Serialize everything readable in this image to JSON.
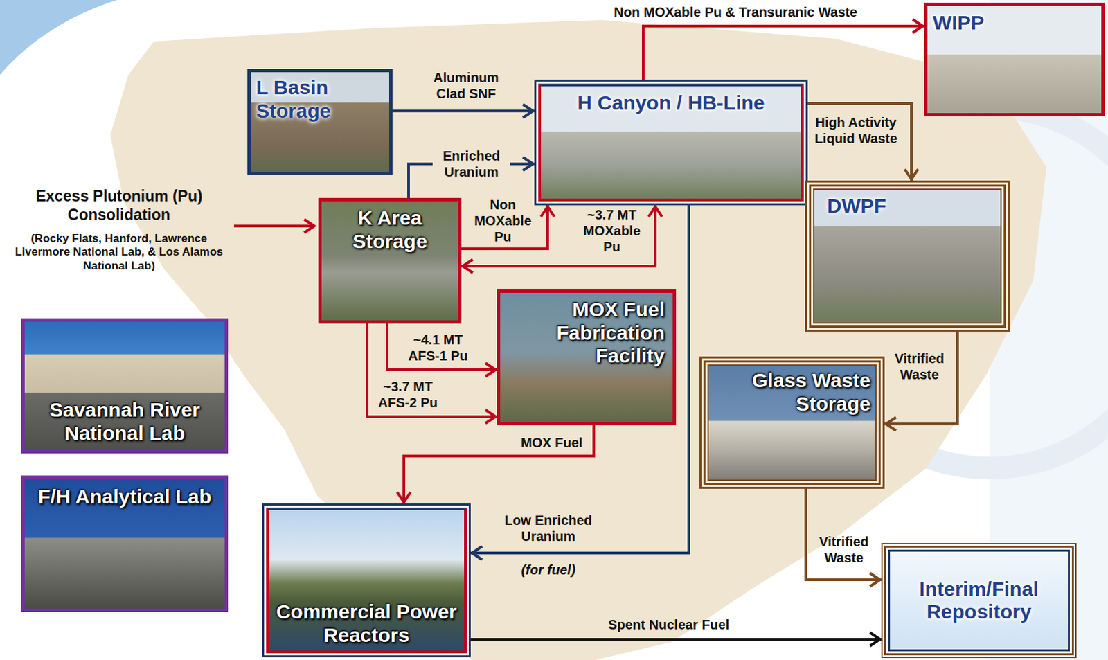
{
  "diagram": {
    "nodes": [
      {
        "text": [
          "L Basin Storage"
        ]
      },
      {
        "text": [
          "H Canyon / HB-Line"
        ]
      },
      {
        "text": [
          "WIPP"
        ]
      },
      {
        "text": [
          "K Area Storage"
        ]
      },
      {
        "text": [
          "DWPF"
        ]
      },
      {
        "text": [
          "MOX Fuel Fabrication Facility"
        ]
      },
      {
        "text": [
          "Savannah River National Lab"
        ]
      },
      {
        "text": [
          "Glass Waste Storage"
        ]
      },
      {
        "text": [
          "F/H Analytical Lab"
        ]
      },
      {
        "text": [
          "Commercial Power Reactors"
        ]
      },
      {
        "text": [
          "Interim/Final Repository"
        ]
      }
    ],
    "edges": [
      {
        "from": 0,
        "to": 1,
        "label": "Aluminum Clad SNF",
        "arrow": "to"
      },
      {
        "from": 3,
        "to": 1,
        "label": "Enriched Uranium",
        "arrow": "to"
      },
      {
        "from": 3,
        "to": 1,
        "label": "Non MOXable Pu",
        "arrow": "to"
      },
      {
        "from": 1,
        "to": 3,
        "label": "~3.7 MT MOXable Pu",
        "arrow": "both"
      },
      {
        "from": 1,
        "to": 2,
        "label": "Non MOXable Pu & Transuranic Waste",
        "arrow": "to"
      },
      {
        "from": 1,
        "to": 4,
        "label": "High Activity Liquid Waste",
        "arrow": "to"
      },
      {
        "from": 3,
        "to": 5,
        "label": "~4.1 MT AFS-1 Pu",
        "arrow": "to"
      },
      {
        "from": 3,
        "to": 5,
        "label": "~3.7 MT AFS-2 Pu",
        "arrow": "to"
      },
      {
        "from": 5,
        "to": 9,
        "label": "MOX Fuel",
        "arrow": "to"
      },
      {
        "from": 1,
        "to": 9,
        "label": "Low Enriched Uranium",
        "arrow": "to"
      },
      {
        "from": 4,
        "to": 7,
        "label": "Vitrified Waste",
        "arrow": "to"
      },
      {
        "from": 7,
        "to": 10,
        "label": "Vitrified Waste",
        "arrow": "to"
      },
      {
        "from": 9,
        "to": 10,
        "label": "Spent Nuclear Fuel",
        "arrow": "to"
      }
    ],
    "labels": [
      "Excess Plutonium (Pu) Consolidation",
      "(Rocky Flats, Hanford, Lawrence Livermore National Lab, & Los Alamos National Lab)",
      "(for fuel)"
    ]
  }
}
